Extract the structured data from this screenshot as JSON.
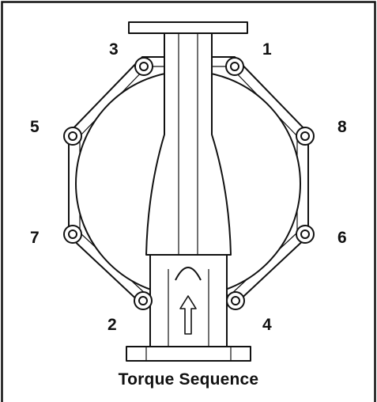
{
  "caption": "Torque Sequence",
  "bolt_labels": [
    "1",
    "2",
    "3",
    "4",
    "5",
    "6",
    "7",
    "8"
  ],
  "colors": {
    "ink": "#111111",
    "background": "#ffffff"
  }
}
